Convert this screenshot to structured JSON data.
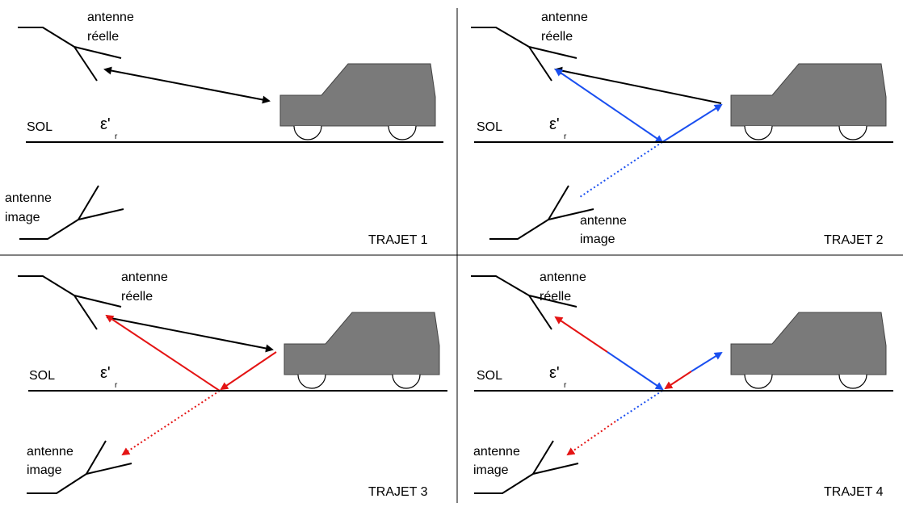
{
  "labels": {
    "real_antenna_line1": "antenne",
    "real_antenna_line2": "réelle",
    "image_antenna_line1": "antenne",
    "image_antenna_line2": "image",
    "ground": "SOL",
    "epsilon": "ε'",
    "epsilon_sub": "r"
  },
  "panels": [
    {
      "title": "TRAJET 1"
    },
    {
      "title": "TRAJET 2"
    },
    {
      "title": "TRAJET 3"
    },
    {
      "title": "TRAJET 4"
    }
  ],
  "colors": {
    "direct": "#000000",
    "ground_reflected": "#1a4ff0",
    "image_path": "#e41414",
    "car": "#7a7a7a",
    "line": "#000000"
  },
  "icons": [
    "car-icon",
    "antenna-icon"
  ]
}
